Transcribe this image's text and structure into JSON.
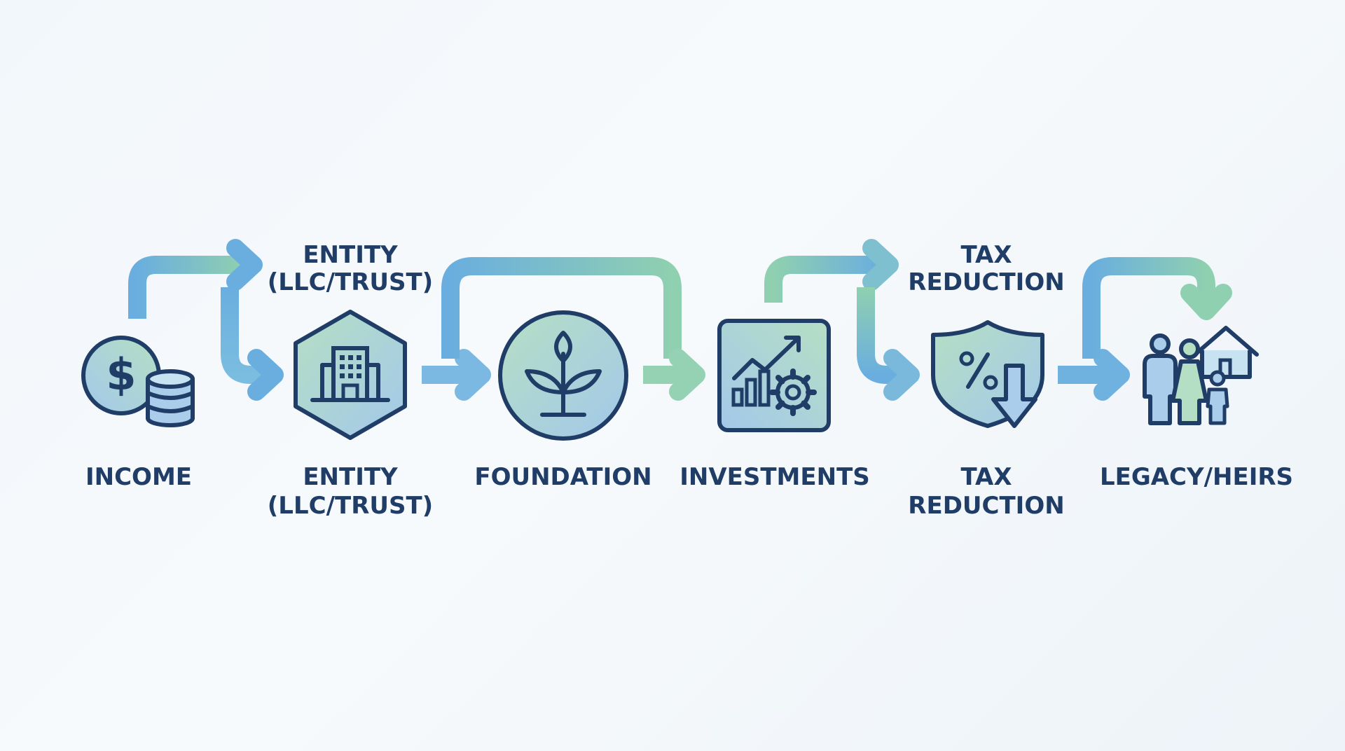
{
  "diagram": {
    "steps": [
      {
        "id": "income",
        "label_lines": [
          "INCOME"
        ],
        "icon": "dollar-coins-icon"
      },
      {
        "id": "entity",
        "label_lines": [
          "ENTITY",
          "(LLC/TRUST)"
        ],
        "icon": "building-hexagon-icon"
      },
      {
        "id": "foundation",
        "label_lines": [
          "FOUNDATION"
        ],
        "icon": "sprout-circle-icon"
      },
      {
        "id": "investments",
        "label_lines": [
          "INVESTMENTS"
        ],
        "icon": "growth-chart-gear-icon"
      },
      {
        "id": "tax",
        "label_lines": [
          "TAX",
          "REDUCTION"
        ],
        "icon": "shield-percent-down-icon"
      },
      {
        "id": "legacy",
        "label_lines": [
          "LEGACY/HEIRS"
        ],
        "icon": "family-house-icon"
      }
    ],
    "top_labels": [
      {
        "step": "entity",
        "lines": [
          "ENTITY",
          "(LLC/TRUST)"
        ]
      },
      {
        "step": "tax",
        "lines": [
          "TAX",
          "REDUCTION"
        ]
      }
    ],
    "colors": {
      "text": "#1f3d66",
      "icon_stroke": "#1f3d66",
      "arrow_blue": "#6aaedf",
      "arrow_green": "#8fd0b0",
      "icon_fill_blue": "#a9cdea",
      "icon_fill_green": "#b5dfc4"
    }
  }
}
